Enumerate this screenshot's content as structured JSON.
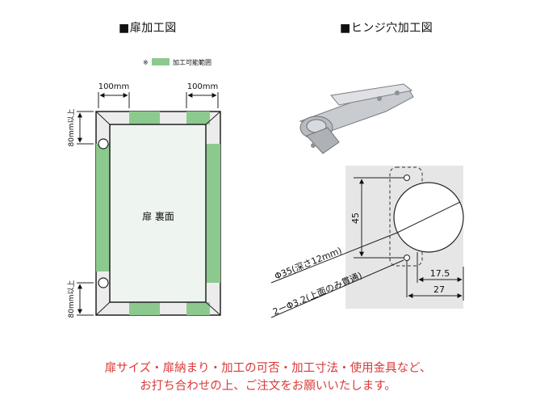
{
  "titles": {
    "left": "■扉加工図",
    "right": "■ヒンジ穴加工図"
  },
  "legend": {
    "prefix": "※",
    "label": "加工可能範囲",
    "color": "#8cc98e"
  },
  "door_diagram": {
    "dim_left": "100mm",
    "dim_right": "100mm",
    "dim_top_side": "80mm以上",
    "dim_bottom_side": "80mm以上",
    "door_label": "扉 裏面"
  },
  "hinge_diagram": {
    "dim_45": "45",
    "dim_175": "17.5",
    "dim_27": "27",
    "label_35": "Φ35(深さ12mm)",
    "label_32": "2ーΦ3.2(上面のみ貫通)"
  },
  "footer": {
    "line1": "扉サイズ・扉納まり・加工の可否・加工寸法・使用金具など、",
    "line2": "お打ち合わせの上、ご注文をお願いいたします。"
  },
  "colors": {
    "green": "#8cc98e",
    "panel": "#e8e8e8",
    "footer_text": "#d83a3a"
  }
}
